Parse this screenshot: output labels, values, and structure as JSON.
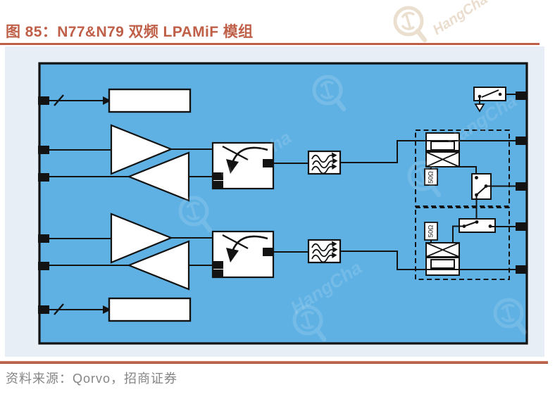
{
  "page": {
    "title": "图 85：N77&N79 双频 LPAMiF 模组",
    "source": "资料来源：Qorvo，招商证券"
  },
  "diagram": {
    "terminations": [
      {
        "label": "50Ω"
      },
      {
        "label": "50Ω"
      }
    ],
    "watermark_text": "HangCha",
    "colors": {
      "module_fill": "#5fb1e4",
      "outline": "#131313",
      "panel": "#e8eef5",
      "accent": "#bf5f48",
      "source_text": "#858585"
    }
  }
}
